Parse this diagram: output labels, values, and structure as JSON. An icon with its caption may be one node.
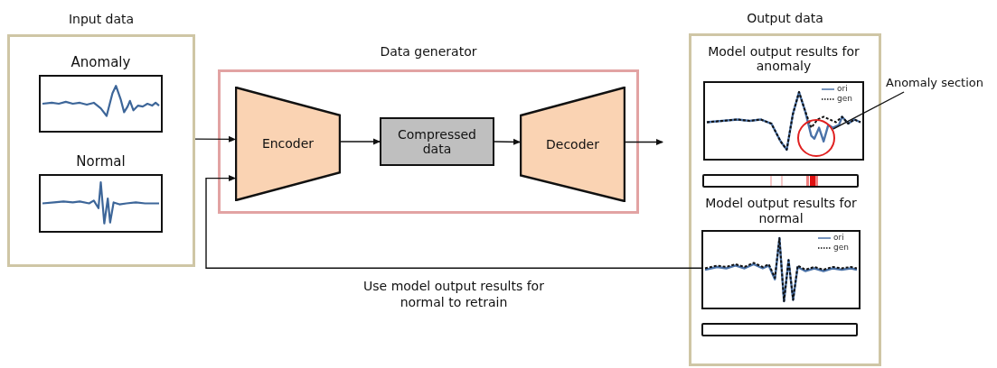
{
  "diagram": {
    "nodes": [
      {
        "text": [
          "Input data"
        ]
      },
      {
        "text": [
          "Anomaly"
        ],
        "in": 0
      },
      {
        "text": [
          "Normal"
        ],
        "in": 0
      },
      {
        "text": [
          "Data generator"
        ]
      },
      {
        "text": [
          "Encoder"
        ],
        "in": 3
      },
      {
        "text": [
          "Compressed data"
        ],
        "in": 3
      },
      {
        "text": [
          "Decoder"
        ],
        "in": 3
      },
      {
        "text": [
          "Output data"
        ]
      },
      {
        "text": [
          "Model output results for anomaly"
        ],
        "in": 7
      },
      {
        "text": [],
        "shape": "bar",
        "in": 7
      },
      {
        "text": [
          "Model output results for normal"
        ],
        "in": 7
      },
      {
        "text": [],
        "shape": "bar",
        "in": 7
      },
      {
        "text": [
          "Anomaly section"
        ]
      },
      {
        "text": [],
        "shape": "circle",
        "in": 8
      }
    ],
    "edges": [
      {
        "from": 0,
        "to": 4,
        "arrow": "to"
      },
      {
        "from": 4,
        "to": 5,
        "arrow": "to"
      },
      {
        "from": 5,
        "to": 6,
        "arrow": "to"
      },
      {
        "from": 6,
        "to": null,
        "arrow": "to"
      },
      {
        "from": 10,
        "to": 4,
        "arrow": "to",
        "label": "Use model output results for normal to retrain"
      },
      {
        "from": 12,
        "to": 13,
        "arrow": "none"
      }
    ],
    "labels": [
      "ori",
      "gen",
      "ori",
      "gen"
    ]
  }
}
